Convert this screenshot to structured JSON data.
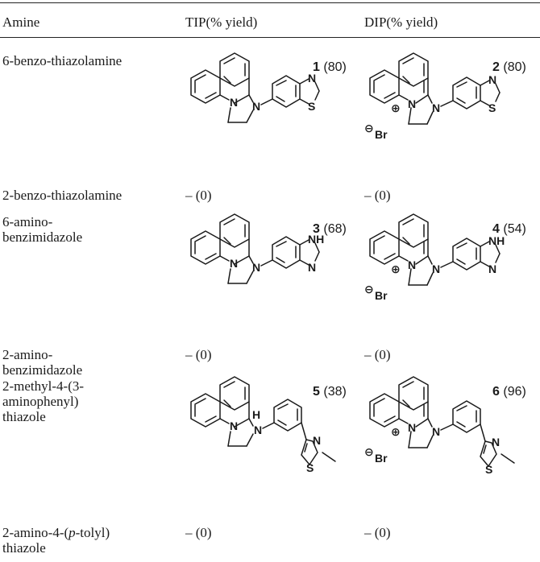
{
  "table": {
    "headers": {
      "amine": "Amine",
      "tip": "TIP(% yield)",
      "dip": "DIP(% yield)"
    },
    "rows": [
      {
        "amine": "6-benzo-thiazolamine",
        "tip": {
          "num": "1",
          "yield": "(80)"
        },
        "dip": {
          "num": "2",
          "yield": "(80)"
        }
      },
      {
        "amine": "2-benzo-thiazolamine",
        "tip": {
          "text": "– (0)"
        },
        "dip": {
          "text": "– (0)"
        }
      },
      {
        "amine": "6-amino-\nbenzimidazole",
        "tip": {
          "num": "3",
          "yield": "(68)"
        },
        "dip": {
          "num": "4",
          "yield": "(54)"
        }
      },
      {
        "amine": "2-amino-\nbenzimidazole",
        "tip": {
          "text": "– (0)"
        },
        "dip": {
          "text": "– (0)"
        }
      },
      {
        "amine": "2-methyl-4-(3-\naminophenyl)\nthiazole",
        "tip": {
          "num": "5",
          "yield": "(38)"
        },
        "dip": {
          "num": "6",
          "yield": "(96)"
        }
      },
      {
        "amine": "2-amino-4-(",
        "amine_italic": "p",
        "amine_rest": "-tolyl)",
        "amine_line2": "thiazole",
        "tip": {
          "text": "– (0)"
        },
        "dip": {
          "text": "– (0)"
        }
      }
    ]
  },
  "atoms": {
    "N": "N",
    "NH": "NH",
    "S": "S",
    "H": "H",
    "Br": "Br",
    "plus": "⊕",
    "minus": "⊖"
  }
}
